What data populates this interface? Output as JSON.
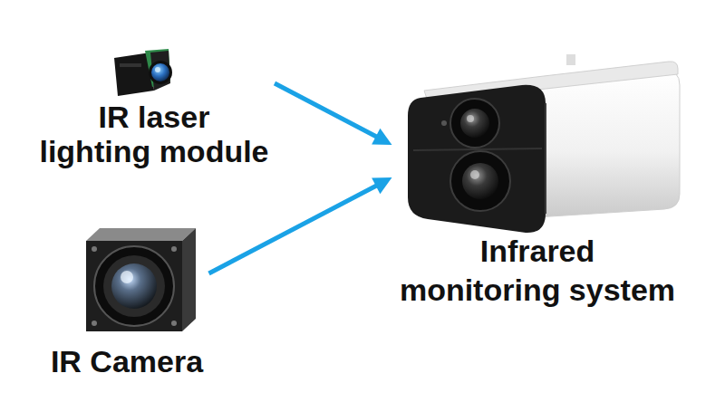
{
  "diagram": {
    "nodes": [
      {
        "text": [
          "IR laser lighting module"
        ]
      },
      {
        "text": [
          "IR Camera"
        ]
      },
      {
        "text": [
          "Infrared monitoring system"
        ]
      }
    ],
    "edges": [
      {
        "from": 0,
        "to": 2,
        "arrow": "to"
      },
      {
        "from": 1,
        "to": 2,
        "arrow": "to"
      }
    ]
  }
}
